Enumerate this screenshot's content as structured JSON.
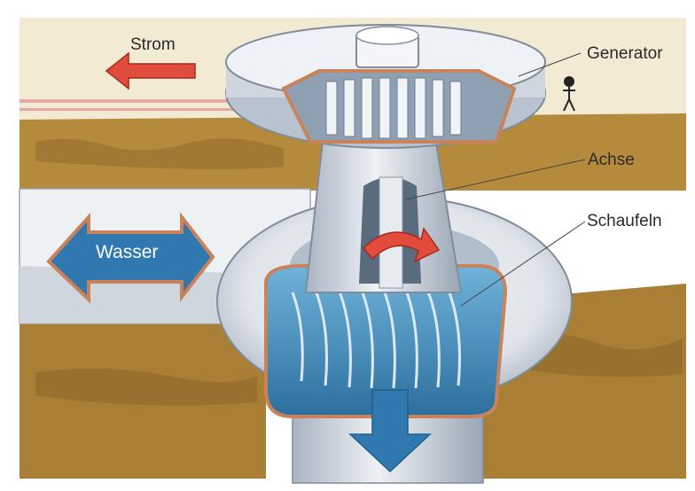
{
  "labels": {
    "strom": "Strom",
    "generator": "Generator",
    "achse": "Achse",
    "schaufeln": "Schaufeln",
    "wasser": "Wasser"
  },
  "colors": {
    "earth": "#b48a3c",
    "earth_dark": "#7a5a22",
    "sky": "#f4ecd8",
    "steel": "#e9ecf0",
    "steel_shadow": "#9aa6b4",
    "water": "#3f8fc4",
    "water_dark": "#1e5f8e",
    "arrow_red": "#e24c3c",
    "pipe_outline": "#c9835a"
  },
  "icons": [
    "person-figure-icon",
    "current-arrow-icon",
    "water-arrow-icon",
    "rotation-arrow-icon",
    "outflow-arrow-icon"
  ]
}
